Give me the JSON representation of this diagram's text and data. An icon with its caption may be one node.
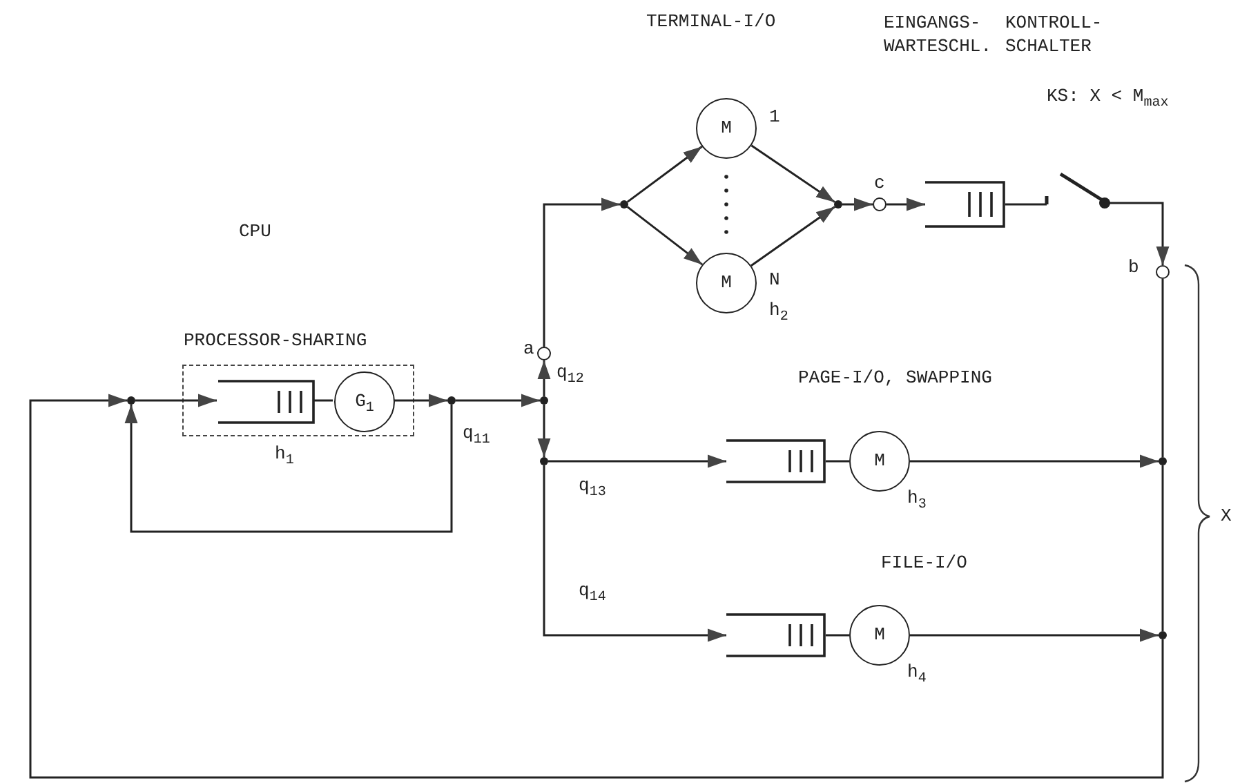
{
  "diagram": {
    "nodes": [
      {
        "text": [
          "PROCESSOR-SHARING"
        ],
        "beside": [
          "h$_{1}$"
        ]
      },
      {
        "text": [],
        "shape": "queue",
        "in": 0
      },
      {
        "text": [
          "G$_{1}$"
        ],
        "in": 0
      },
      {
        "text": [],
        "shape": "dot"
      },
      {
        "text": [],
        "shape": "dot"
      },
      {
        "text": [],
        "shape": "dot"
      },
      {
        "text": [],
        "shape": "circle",
        "beside": [
          "a"
        ]
      },
      {
        "text": [],
        "shape": "dot"
      },
      {
        "text": [
          "M"
        ],
        "beside": [
          "1"
        ]
      },
      {
        "text": [
          "M"
        ],
        "beside": [
          "N",
          "h$_{2}$"
        ]
      },
      {
        "text": [],
        "shape": "dot"
      },
      {
        "text": [],
        "shape": "circle",
        "beside": [
          "c"
        ]
      },
      {
        "text": [],
        "shape": "queue"
      },
      {
        "text": [],
        "shape": "switch"
      },
      {
        "text": [],
        "shape": "circle",
        "beside": [
          "b"
        ]
      },
      {
        "text": [],
        "shape": "dot"
      },
      {
        "text": [],
        "shape": "queue"
      },
      {
        "text": [
          "M"
        ],
        "beside": [
          "h$_{3}$"
        ]
      },
      {
        "text": [],
        "shape": "queue"
      },
      {
        "text": [
          "M"
        ],
        "beside": [
          "h$_{4}$"
        ]
      },
      {
        "text": [],
        "shape": "dot"
      },
      {
        "text": [],
        "shape": "dot"
      }
    ],
    "edges": [
      {
        "from": 3,
        "to": 1,
        "arrow": "to"
      },
      {
        "from": 1,
        "to": 2,
        "arrow": "none"
      },
      {
        "from": 2,
        "to": 4,
        "arrow": "to"
      },
      {
        "from": 4,
        "to": 3,
        "arrow": "to",
        "label": "q$_{11}$"
      },
      {
        "from": 4,
        "to": 5,
        "arrow": "to"
      },
      {
        "from": 5,
        "to": 6,
        "arrow": "to",
        "label": "q$_{12}$"
      },
      {
        "from": 6,
        "to": 7,
        "arrow": "to"
      },
      {
        "from": 7,
        "to": 8,
        "arrow": "to"
      },
      {
        "from": 7,
        "to": 9,
        "arrow": "to"
      },
      {
        "from": 8,
        "to": 10,
        "arrow": "to"
      },
      {
        "from": 9,
        "to": 10,
        "arrow": "to"
      },
      {
        "from": 10,
        "to": 11,
        "arrow": "to"
      },
      {
        "from": 11,
        "to": 12,
        "arrow": "to"
      },
      {
        "from": 12,
        "to": 13,
        "arrow": "none"
      },
      {
        "from": 13,
        "to": 14,
        "arrow": "to"
      },
      {
        "from": 5,
        "to": 15,
        "arrow": "to"
      },
      {
        "from": 15,
        "to": 16,
        "arrow": "to",
        "label": "q$_{13}$"
      },
      {
        "from": 15,
        "to": 18,
        "arrow": "to",
        "label": "q$_{14}$"
      },
      {
        "from": 16,
        "to": 17,
        "arrow": "none"
      },
      {
        "from": 17,
        "to": 20,
        "arrow": "to"
      },
      {
        "from": 14,
        "to": 20,
        "arrow": "none"
      },
      {
        "from": 18,
        "to": 19,
        "arrow": "none"
      },
      {
        "from": 19,
        "to": 21,
        "arrow": "to"
      },
      {
        "from": 20,
        "to": 21,
        "arrow": "none"
      },
      {
        "from": 21,
        "to": 3,
        "arrow": "to"
      }
    ],
    "labels": [
      "TERMINAL-I/O",
      "EINGANGS- WARTESCHL.",
      "KONTROLL- SCHALTER",
      "KS: X < M$_{max}$",
      "CPU",
      "PAGE-I/O, SWAPPING",
      "FILE-I/O",
      "X"
    ]
  }
}
